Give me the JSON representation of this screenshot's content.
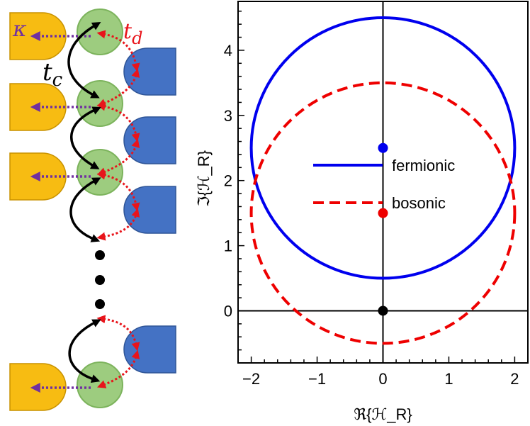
{
  "diagram": {
    "labels": {
      "kappa": "κ",
      "t_d": "t",
      "t_d_sub": "d",
      "t_c": "t",
      "t_c_sub": "c"
    },
    "colors": {
      "site_fill": "#9dcc7f",
      "site_stroke": "#7cb35c",
      "left_reservoir": "#f7bc12",
      "left_reservoir_stroke": "#c89200",
      "right_reservoir": "#4472c4",
      "right_reservoir_stroke": "#2f5597",
      "kappa_arrow": "#7030a0",
      "td_arrow": "#e8141b",
      "tc_arrow": "#000000",
      "kappa_text": "#7030a0",
      "td_text": "#e8141b"
    }
  },
  "chart_data": {
    "type": "scatter",
    "xlabel": "ℜ{ℋ_R}",
    "ylabel": "ℑ{ℋ_R}",
    "xlim": [
      -2.2,
      2.2
    ],
    "ylim": [
      -0.8,
      4.75
    ],
    "xticks": [
      -2,
      -1,
      0,
      1,
      2
    ],
    "xtick_labels": [
      "−2",
      "−1",
      "0",
      "1",
      "2"
    ],
    "yticks": [
      0,
      1,
      2,
      3,
      4
    ],
    "ytick_labels": [
      "0",
      "1",
      "2",
      "3",
      "4"
    ],
    "series": [
      {
        "name": "fermionic",
        "shape": "circle",
        "center": [
          0,
          2.5
        ],
        "radius": 2.0,
        "color": "#0000ee",
        "style": "solid"
      },
      {
        "name": "bosonic",
        "shape": "circle",
        "center": [
          0,
          1.5
        ],
        "radius": 2.0,
        "color": "#ee0000",
        "style": "dashed"
      }
    ],
    "points": [
      {
        "x": 0,
        "y": 2.5,
        "color": "#0000ee"
      },
      {
        "x": 0,
        "y": 1.5,
        "color": "#ee0000"
      },
      {
        "x": 0,
        "y": 0,
        "color": "#000000"
      }
    ],
    "legend": [
      {
        "label": "fermionic",
        "color": "#0000ee",
        "style": "solid"
      },
      {
        "label": "bosonic",
        "color": "#ee0000",
        "style": "dashed"
      }
    ],
    "legend_position": "center",
    "grid": false
  }
}
